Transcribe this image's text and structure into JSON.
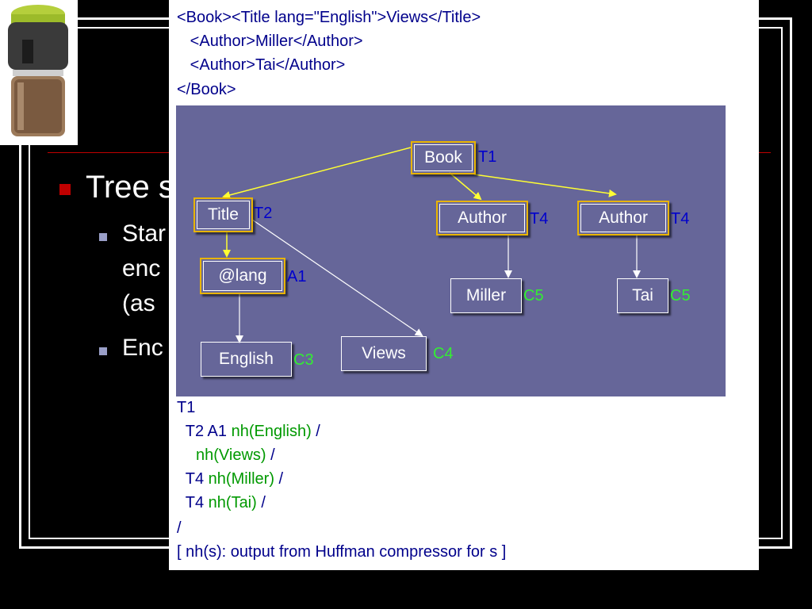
{
  "slide": {
    "bullet_1": "Tree s",
    "sub_bullets": [
      "Star",
      "enc",
      "(as",
      "Enc"
    ]
  },
  "xml_code": {
    "line1": "<Book><Title lang=\"English\">Views</Title>",
    "line2": "   <Author>Miller</Author>",
    "line3": "   <Author>Tai</Author>",
    "line4": "</Book>"
  },
  "tree": {
    "book": {
      "label": "Book",
      "tag": "T1"
    },
    "title": {
      "label": "Title",
      "tag": "T2"
    },
    "author1": {
      "label": "Author",
      "tag": "T4"
    },
    "author2": {
      "label": "Author",
      "tag": "T4"
    },
    "lang": {
      "label": "@lang",
      "tag": "A1"
    },
    "miller": {
      "label": "Miller",
      "tag": "C5"
    },
    "tai": {
      "label": "Tai",
      "tag": "C5"
    },
    "english": {
      "label": "English",
      "tag": "C3"
    },
    "views": {
      "label": "Views",
      "tag": "C4"
    }
  },
  "encoding": {
    "l1": "T1",
    "l2_prefix": "  T2 A1 ",
    "l2_green": "nh(English)",
    "l2_suffix": " /",
    "l3_green": "nh(Views)",
    "l3_suffix": " /",
    "l4_prefix": "  T4 ",
    "l4_green": "nh(Miller)",
    "l4_suffix": " /",
    "l5_prefix": "  T4 ",
    "l5_green": "nh(Tai)",
    "l5_suffix": " /",
    "l6": "/",
    "l7": "[ nh(s): output from Huffman compressor for s ]"
  },
  "colors": {
    "slide_bg": "#000000",
    "diagram_bg": "#666699",
    "bullet_red": "#c00000",
    "edge_yellow": "#ffff33",
    "tag_blue": "#0000cc",
    "tag_green": "#33ee33",
    "text_navy": "#00008b",
    "text_green": "#009900"
  }
}
